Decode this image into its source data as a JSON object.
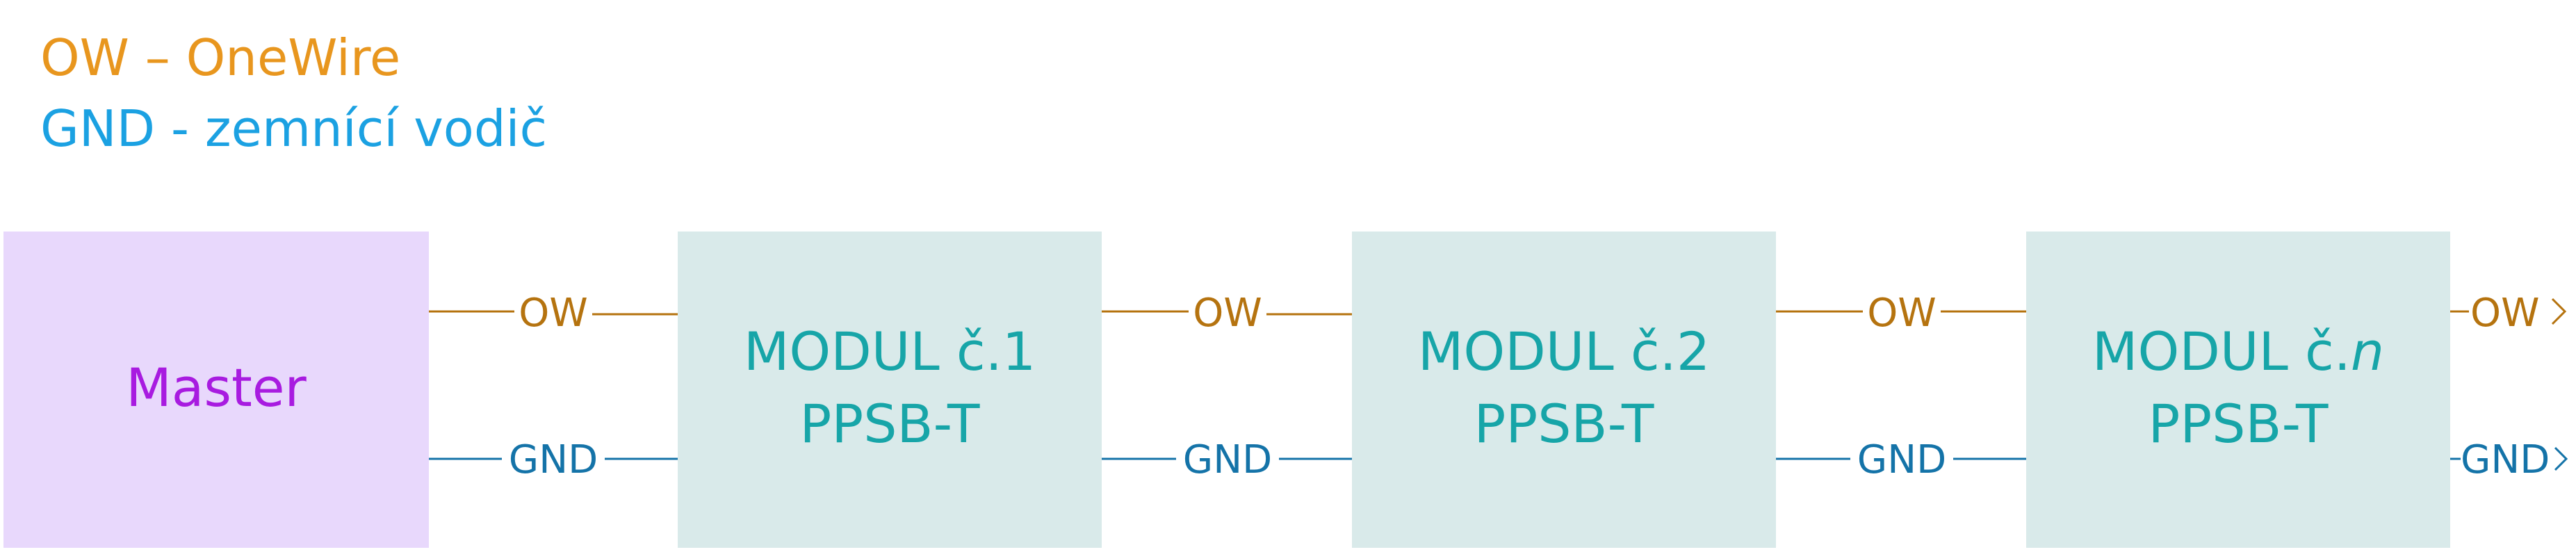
{
  "legend": {
    "ow": "OW – OneWire",
    "gnd": "GND - zemnící vodič"
  },
  "master": {
    "label": "Master"
  },
  "modules": [
    {
      "line1": "MODUL č.1",
      "line2": "PPSB-T"
    },
    {
      "line1": "MODUL č.2",
      "line2": "PPSB-T"
    },
    {
      "line1_prefix": "MODUL č.",
      "line1_var": "n",
      "line2": "PPSB-T"
    }
  ],
  "wires": {
    "ow_label": "OW",
    "gnd_label": "GND"
  },
  "colors": {
    "ow_legend": "#E8961E",
    "ow_wire": "#B5730F",
    "gnd_legend": "#1BA1E2",
    "gnd_wire": "#1473A8",
    "master_fill": "#E8D8FC",
    "master_text": "#A81BE0",
    "module_fill": "#D9EAEA",
    "module_text": "#17A5A8"
  }
}
